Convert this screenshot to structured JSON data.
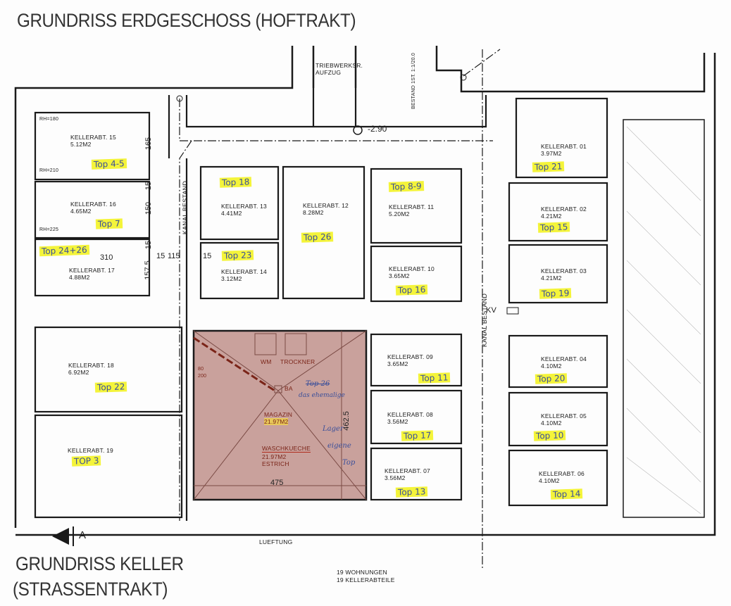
{
  "titles": {
    "top": "GRUNDRISS ERDGESCHOSS (HOFTRAKT)",
    "bottom_1": "GRUNDRISS KELLER",
    "bottom_2": "(STRASSENTRAKT)"
  },
  "labels": {
    "triebwerk_1": "TRIEBWERKSR.",
    "triebwerk_2": "AUFZUG",
    "bestand": "BESTAND 1ST. 1:1/20.0",
    "level": "-2.90",
    "kanal_left": "KANAL BESTAND",
    "kanal_right": "KANAL BESTAND",
    "kv": "KV",
    "lueftung": "LUEFTUNG",
    "section": "A",
    "rh180": "RH=180",
    "rh210": "RH=210",
    "rh225": "RH=225",
    "summary_1": "19 WOHNUNGEN",
    "summary_2": "19 KELLERABTEILE"
  },
  "dimensions": {
    "d165": "165",
    "d15a": "15",
    "d150": "150",
    "d15b": "15",
    "d1575": "157.5",
    "d310": "310",
    "d15c": "15",
    "d115": "115",
    "d15d": "15",
    "d475": "475",
    "d4625": "462.5",
    "door": "80\n200"
  },
  "rooms": [
    {
      "name": "KELLERABT. 15",
      "area": "5.12M2",
      "top": "Top 4-5"
    },
    {
      "name": "KELLERABT. 16",
      "area": "4.65M2",
      "top": "Top 7"
    },
    {
      "name": "KELLERABT. 17",
      "area": "4.88M2",
      "top": "Top 24+26"
    },
    {
      "name": "KELLERABT. 18",
      "area": "6.92M2",
      "top": "Top 22"
    },
    {
      "name": "KELLERABT. 19",
      "area": "",
      "top": "TOP 3"
    },
    {
      "name": "KELLERABT. 13",
      "area": "4.41M2",
      "top": "Top 18"
    },
    {
      "name": "KELLERABT. 14",
      "area": "3.12M2",
      "top": "Top 23"
    },
    {
      "name": "KELLERABT. 12",
      "area": "8.28M2",
      "top": "Top 26"
    },
    {
      "name": "KELLERABT. 11",
      "area": "5.20M2",
      "top": "Top 8-9"
    },
    {
      "name": "KELLERABT. 10",
      "area": "3.65M2",
      "top": "Top 16"
    },
    {
      "name": "KELLERABT. 09",
      "area": "3.65M2",
      "top": "Top 11"
    },
    {
      "name": "KELLERABT. 08",
      "area": "3.56M2",
      "top": "Top 17"
    },
    {
      "name": "KELLERABT. 07",
      "area": "3.56M2",
      "top": "Top 13"
    },
    {
      "name": "KELLERABT. 01",
      "area": "3.97M2",
      "top": "Top 21"
    },
    {
      "name": "KELLERABT. 02",
      "area": "4.21M2",
      "top": "Top 15"
    },
    {
      "name": "KELLERABT. 03",
      "area": "4.21M2",
      "top": "Top 19"
    },
    {
      "name": "KELLERABT. 04",
      "area": "4.10M2",
      "top": "Top 20"
    },
    {
      "name": "KELLERABT. 05",
      "area": "4.10M2",
      "top": "Top 10"
    },
    {
      "name": "KELLERABT. 06",
      "area": "4.10M2",
      "top": "Top 14"
    }
  ],
  "waschkueche": {
    "wm": "WM",
    "trockner": "TROCKNER",
    "ba": "BA",
    "magazin": "MAGAZIN",
    "magazin_area": "21.97M2",
    "name": "WASCHKUECHE",
    "area": "21.97M2",
    "estrich": "ESTRICH",
    "note_1": "Top 26",
    "note_2": "das ehemalige",
    "note_3": "Lager",
    "note_4": "eigene",
    "note_5": "Top"
  },
  "colors": {
    "wall": "#1a1a1a",
    "laundry": "#c9a19c",
    "highlight": "#f4f43a",
    "ink": "#3a4f9a"
  }
}
